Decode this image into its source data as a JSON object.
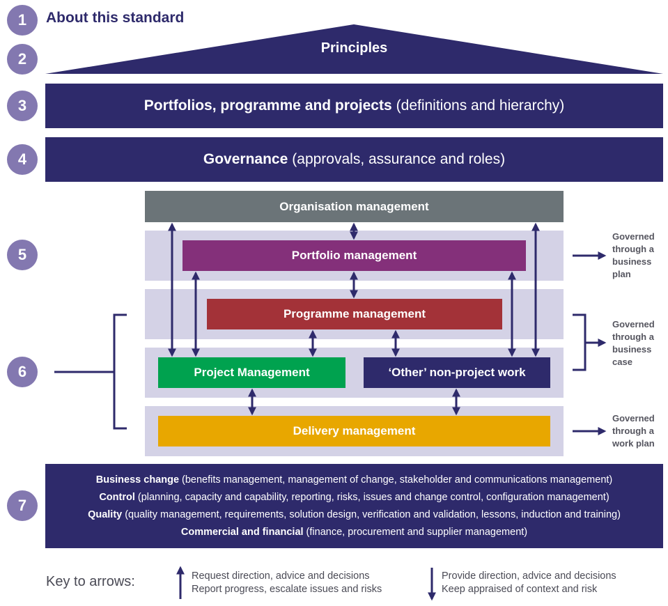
{
  "numbers": [
    "1",
    "2",
    "3",
    "4",
    "5",
    "6",
    "7"
  ],
  "about": "About this standard",
  "principles": "Principles",
  "band3": {
    "bold": "Portfolios, programme and projects",
    "rest": "(definitions and hierarchy)"
  },
  "band4": {
    "bold": "Governance",
    "rest": "(approvals, assurance and roles)"
  },
  "boxes": {
    "organisation": "Organisation management",
    "portfolio": "Portfolio management",
    "programme": "Programme management",
    "project": "Project Management",
    "other": "‘Other’ non-project work",
    "delivery": "Delivery management"
  },
  "governed": {
    "business_plan": [
      "Governed",
      "through a",
      "business",
      "plan"
    ],
    "business_case": [
      "Governed",
      "through a",
      "business",
      "case"
    ],
    "work_plan": [
      "Governed",
      "through a",
      "work plan"
    ]
  },
  "band7": [
    {
      "bold": "Business change",
      "rest": "(benefits management, management of change, stakeholder and communications management)"
    },
    {
      "bold": "Control",
      "rest": "(planning, capacity and capability, reporting, risks, issues and change control, configuration management)"
    },
    {
      "bold": "Quality",
      "rest": "(quality management, requirements, solution design, verification and validation, lessons, induction and training)"
    },
    {
      "bold": "Commercial and financial",
      "rest": "(finance, procurement and supplier management)"
    }
  ],
  "key": {
    "title": "Key to arrows:",
    "up": [
      "Request direction, advice and decisions",
      "Report progress, escalate issues and risks"
    ],
    "down": [
      "Provide direction, advice and decisions",
      "Keep appraised of context and risk"
    ]
  },
  "colors": {
    "navy": "#2e2a6b",
    "circle": "#8378b0",
    "organisation": "#6b7478",
    "portfolio": "#84307a",
    "programme": "#a33238",
    "project": "#00a24f",
    "other": "#2e2a6b",
    "delivery": "#e8a700",
    "row_bg": "#d4d2e6"
  }
}
